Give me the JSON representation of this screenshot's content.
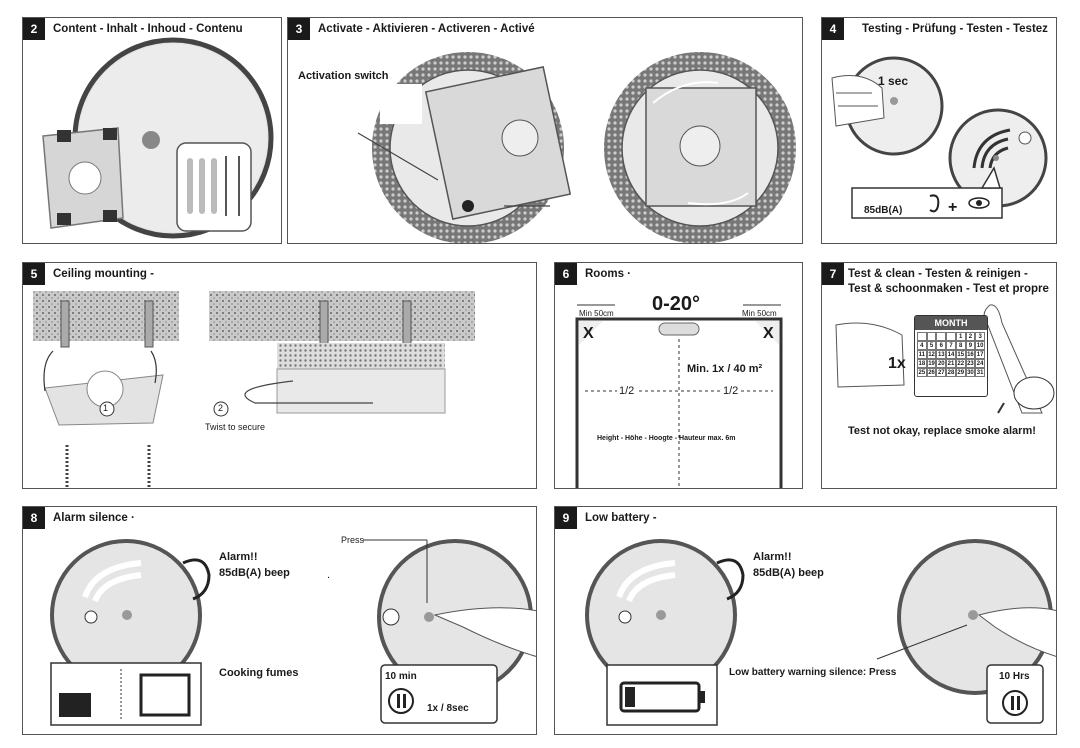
{
  "panels": {
    "p2": {
      "num": "2",
      "title": "Content - Inhalt - Inhoud - Contenu"
    },
    "p3": {
      "num": "3",
      "title": "Activate - Aktivieren - Activeren - Activé",
      "activation_switch": "Activation switch"
    },
    "p4": {
      "num": "4",
      "title": "Testing - Prüfung - Testen -  Testez",
      "one_sec": "1 sec",
      "db": "85dB(A)",
      "plus": "+"
    },
    "p5": {
      "num": "5",
      "title": "Ceiling mounting - ",
      "step1": "1",
      "step2": "2",
      "twist": "Twist to secure"
    },
    "p6": {
      "num": "6",
      "title": "Rooms · ",
      "angle": "0-20°",
      "min_left": "Min 50cm",
      "min_right": "Min 50cm",
      "x_left": "X",
      "x_right": "X",
      "min_area": "Min. 1x / 40 m²",
      "half_left": "1/2",
      "half_right": "1/2",
      "height": "Height - Höhe - Hoogte - Hauteur max. 6m"
    },
    "p7": {
      "num": "7",
      "title_line1": "Test & clean  - Testen & reinigen -",
      "title_line2": "Test & schoonmaken  - Test et propre",
      "month": "MONTH",
      "times": "1x",
      "warning": "Test not okay, replace smoke alarm!",
      "calendar": [
        "",
        "",
        "",
        "",
        "1",
        "2",
        "3",
        "4",
        "5",
        "6",
        "7",
        "8",
        "9",
        "10",
        "11",
        "12",
        "13",
        "14",
        "15",
        "16",
        "17",
        "18",
        "19",
        "20",
        "21",
        "22",
        "23",
        "24",
        "25",
        "26",
        "27",
        "28",
        "29",
        "30",
        "31"
      ]
    },
    "p8": {
      "num": "8",
      "title": "Alarm silence · ",
      "alarm": "Alarm!!",
      "beep": "85dB(A) beep",
      "press": "Press",
      "cooking": "Cooking fumes",
      "minutes": "10 min",
      "rate": "1x / 8sec",
      "dot": "."
    },
    "p9": {
      "num": "9",
      "title": "Low battery - ",
      "alarm": "Alarm!!",
      "beep": "85dB(A) beep",
      "battery_silence": "Low battery warning silence: Press",
      "hours": "10 Hrs"
    }
  }
}
